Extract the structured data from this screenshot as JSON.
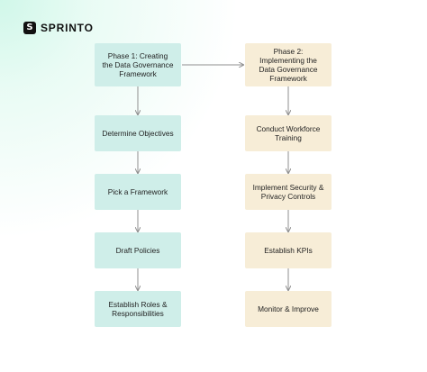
{
  "brand": {
    "logo_text": "SPRINTO",
    "logo_mark": "S"
  },
  "left_column": {
    "header": "Phase 1: Creating the Data Governance Framework",
    "steps": [
      "Determine Objectives",
      "Pick a Framework",
      "Draft Policies",
      "Establish Roles & Responsibilities"
    ]
  },
  "right_column": {
    "header": "Phase 2: Implementing the Data Governance Framework",
    "steps": [
      "Conduct Workforce Training",
      "Implement Security & Privacy Controls",
      "Establish KPIs",
      "Monitor & Improve"
    ]
  },
  "colors": {
    "left_box_fill": "#cfeee9",
    "right_box_fill": "#f7edd7",
    "arrow_color": "#8f8f8f",
    "text_color": "#1f1f1f"
  }
}
